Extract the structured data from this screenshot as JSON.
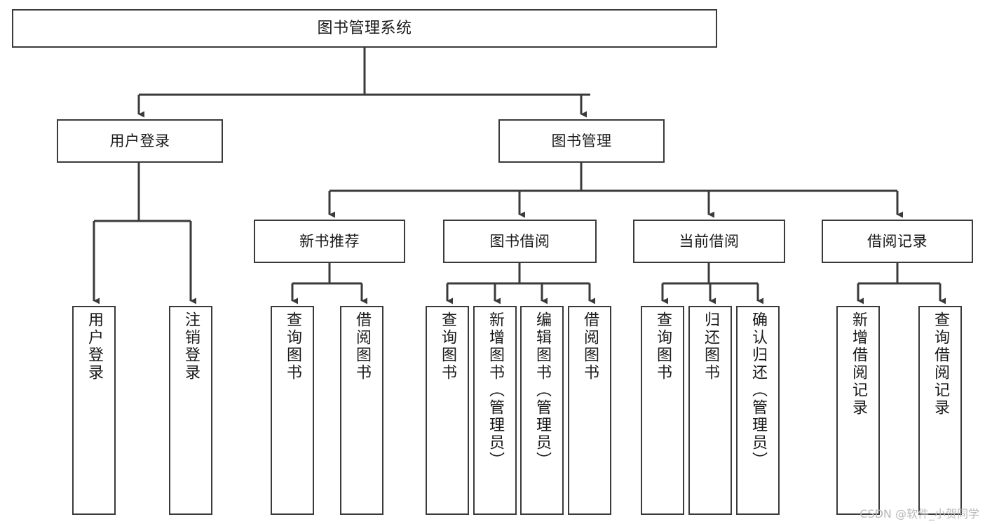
{
  "diagram": {
    "title": "图书管理系统",
    "type": "tree-hierarchy",
    "watermark": "CSDN @软件_小贺同学",
    "colors": {
      "box_border": "#3a3a3a",
      "box_fill": "#ffffff",
      "connector": "#3a3a3a",
      "text": "#1a1a1a",
      "watermark": "#b9b9b9"
    },
    "levels": {
      "level1_label": "图书管理系统",
      "level2": [
        {
          "label": "用户登录"
        },
        {
          "label": "图书管理"
        }
      ],
      "level3": [
        {
          "label": "新书推荐"
        },
        {
          "label": "图书借阅"
        },
        {
          "label": "当前借阅"
        },
        {
          "label": "借阅记录"
        }
      ],
      "level4": [
        {
          "label": "用户登录",
          "parent": "用户登录"
        },
        {
          "label": "注销登录",
          "parent": "用户登录"
        },
        {
          "label": "查询图书",
          "parent": "新书推荐"
        },
        {
          "label": "借阅图书",
          "parent": "新书推荐"
        },
        {
          "label": "查询图书",
          "parent": "图书借阅"
        },
        {
          "label": "新增图书（管理员）",
          "parent": "图书借阅"
        },
        {
          "label": "编辑图书（管理员）",
          "parent": "图书借阅"
        },
        {
          "label": "借阅图书",
          "parent": "图书借阅"
        },
        {
          "label": "查询图书",
          "parent": "当前借阅"
        },
        {
          "label": "归还图书",
          "parent": "当前借阅"
        },
        {
          "label": "确认归还（管理员）",
          "parent": "当前借阅"
        },
        {
          "label": "新增借阅记录",
          "parent": "借阅记录"
        },
        {
          "label": "查询借阅记录",
          "parent": "借阅记录"
        }
      ]
    }
  }
}
